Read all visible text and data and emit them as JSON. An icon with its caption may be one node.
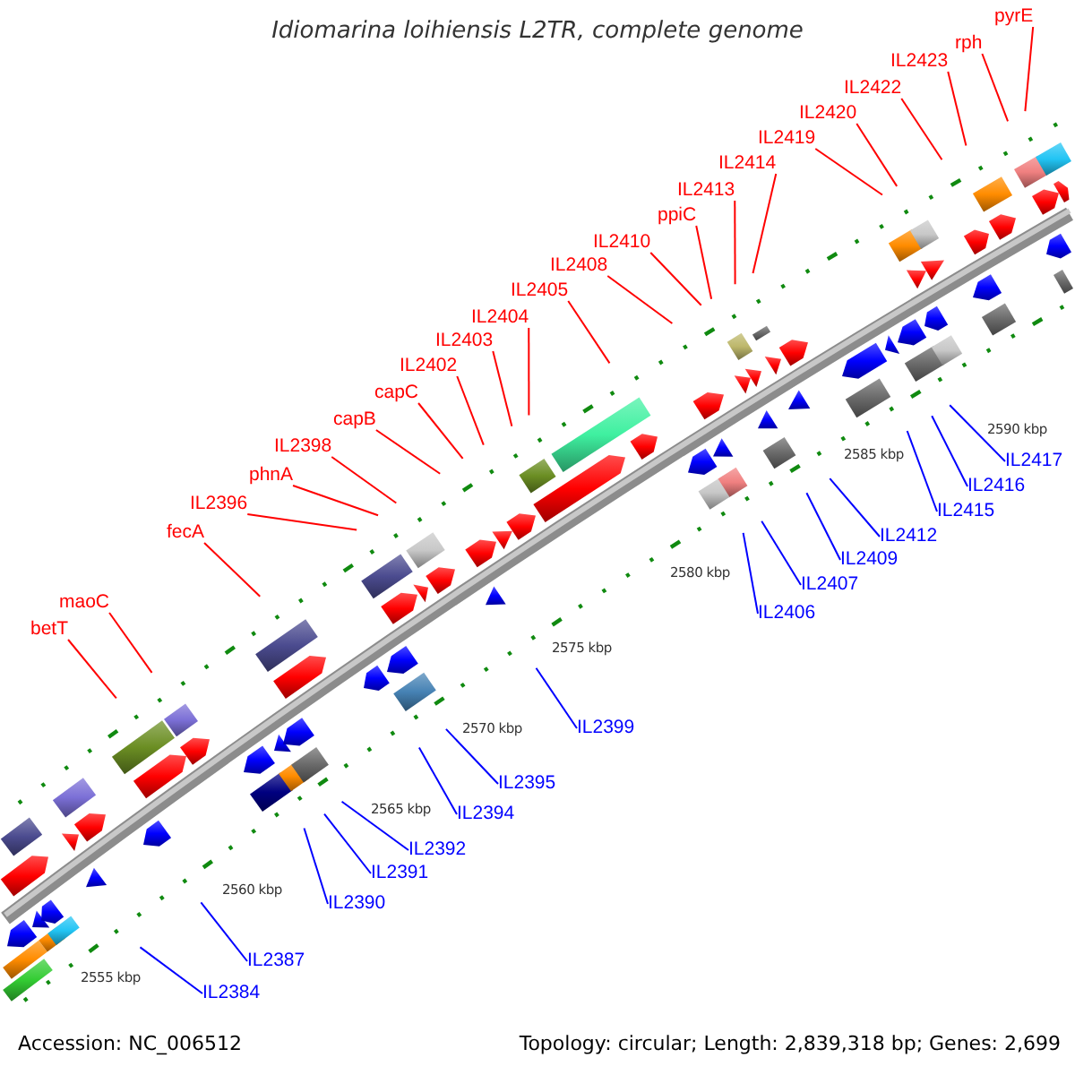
{
  "diagram": {
    "title": "Idiomarina loihiensis L2TR, complete genome",
    "nodes": [
      {
        "text": [
          "betT"
        ]
      },
      {
        "text": [
          "maoC"
        ]
      },
      {
        "text": [
          "fecA"
        ]
      },
      {
        "text": [
          "IL2396"
        ]
      },
      {
        "text": [
          "phnA"
        ]
      },
      {
        "text": [
          "IL2398"
        ]
      },
      {
        "text": [
          "capB"
        ]
      },
      {
        "text": [
          "capC"
        ]
      },
      {
        "text": [
          "IL2402"
        ]
      },
      {
        "text": [
          "IL2403"
        ]
      },
      {
        "text": [
          "IL2404"
        ]
      },
      {
        "text": [
          "IL2405"
        ]
      },
      {
        "text": [
          "IL2408"
        ]
      },
      {
        "text": [
          "IL2410"
        ]
      },
      {
        "text": [
          "ppiC"
        ]
      },
      {
        "text": [
          "IL2413"
        ]
      },
      {
        "text": [
          "IL2414"
        ]
      },
      {
        "text": [
          "IL2419"
        ]
      },
      {
        "text": [
          "IL2420"
        ]
      },
      {
        "text": [
          "IL2422"
        ]
      },
      {
        "text": [
          "IL2423"
        ]
      },
      {
        "text": [
          "rph"
        ]
      },
      {
        "text": [
          "pyrE"
        ]
      },
      {
        "text": [
          "IL2384"
        ]
      },
      {
        "text": [
          "IL2387"
        ]
      },
      {
        "text": [
          "IL2390"
        ]
      },
      {
        "text": [
          "IL2391"
        ]
      },
      {
        "text": [
          "IL2392"
        ]
      },
      {
        "text": [
          "IL2394"
        ]
      },
      {
        "text": [
          "IL2395"
        ]
      },
      {
        "text": [
          "IL2399"
        ]
      },
      {
        "text": [
          "IL2406"
        ]
      },
      {
        "text": [
          "IL2407"
        ]
      },
      {
        "text": [
          "IL2409"
        ]
      },
      {
        "text": [
          "IL2412"
        ]
      },
      {
        "text": [
          "IL2415"
        ]
      },
      {
        "text": [
          "IL2416"
        ]
      },
      {
        "text": [
          "IL2417"
        ]
      }
    ],
    "edges": [
      {
        "from": 0,
        "to": null,
        "arrow": "none"
      },
      {
        "from": 1,
        "to": null,
        "arrow": "none"
      },
      {
        "from": 2,
        "to": null,
        "arrow": "none"
      },
      {
        "from": 3,
        "to": null,
        "arrow": "none"
      },
      {
        "from": 4,
        "to": null,
        "arrow": "none"
      },
      {
        "from": 5,
        "to": null,
        "arrow": "none"
      },
      {
        "from": 6,
        "to": null,
        "arrow": "none"
      },
      {
        "from": 7,
        "to": null,
        "arrow": "none"
      },
      {
        "from": 8,
        "to": null,
        "arrow": "none"
      },
      {
        "from": 9,
        "to": null,
        "arrow": "none"
      },
      {
        "from": 10,
        "to": null,
        "arrow": "none"
      },
      {
        "from": 11,
        "to": null,
        "arrow": "none"
      },
      {
        "from": 12,
        "to": null,
        "arrow": "none"
      },
      {
        "from": 13,
        "to": null,
        "arrow": "none"
      },
      {
        "from": 14,
        "to": null,
        "arrow": "none"
      },
      {
        "from": 15,
        "to": null,
        "arrow": "none"
      },
      {
        "from": 16,
        "to": null,
        "arrow": "none"
      },
      {
        "from": 17,
        "to": null,
        "arrow": "none"
      },
      {
        "from": 18,
        "to": null,
        "arrow": "none"
      },
      {
        "from": 19,
        "to": null,
        "arrow": "none"
      },
      {
        "from": 20,
        "to": null,
        "arrow": "none"
      },
      {
        "from": 21,
        "to": null,
        "arrow": "none"
      },
      {
        "from": 22,
        "to": null,
        "arrow": "none"
      },
      {
        "from": 23,
        "to": null,
        "arrow": "none",
        "color": "#0000ff"
      },
      {
        "from": 24,
        "to": null,
        "arrow": "none",
        "color": "#0000ff"
      },
      {
        "from": 25,
        "to": null,
        "arrow": "none",
        "color": "#0000ff"
      },
      {
        "from": 26,
        "to": null,
        "arrow": "none",
        "color": "#0000ff"
      },
      {
        "from": 27,
        "to": null,
        "arrow": "none",
        "color": "#0000ff"
      },
      {
        "from": 28,
        "to": null,
        "arrow": "none",
        "color": "#0000ff"
      },
      {
        "from": 29,
        "to": null,
        "arrow": "none",
        "color": "#0000ff"
      },
      {
        "from": 30,
        "to": null,
        "arrow": "none",
        "color": "#0000ff"
      },
      {
        "from": 31,
        "to": null,
        "arrow": "none",
        "color": "#0000ff"
      },
      {
        "from": 32,
        "to": null,
        "arrow": "none",
        "color": "#0000ff"
      },
      {
        "from": 33,
        "to": null,
        "arrow": "none",
        "color": "#0000ff"
      },
      {
        "from": 34,
        "to": null,
        "arrow": "none",
        "color": "#0000ff"
      },
      {
        "from": 35,
        "to": null,
        "arrow": "none",
        "color": "#0000ff"
      },
      {
        "from": 36,
        "to": null,
        "arrow": "none",
        "color": "#0000ff"
      },
      {
        "from": 37,
        "to": null,
        "arrow": "none",
        "color": "#0000ff"
      }
    ],
    "labels": [
      "2555 kbp",
      "2560 kbp",
      "2565 kbp",
      "2570 kbp",
      "2575 kbp",
      "2580 kbp",
      "2585 kbp",
      "2590 kbp",
      "Accession: NC_006512",
      "Topology: circular; Length: 2,839,318 bp; Genes: 2,699"
    ]
  }
}
